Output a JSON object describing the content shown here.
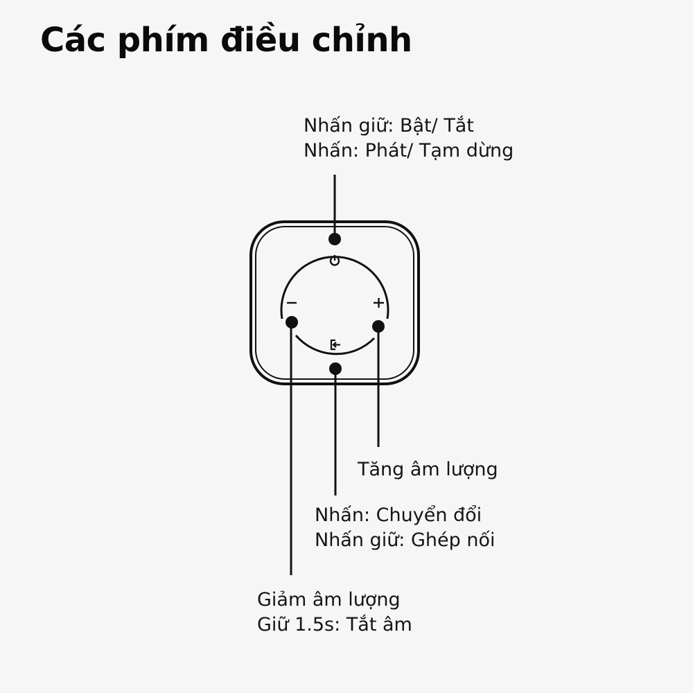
{
  "title": "Các phím điều chỉnh",
  "labels": {
    "power": {
      "line1": "Nhấn giữ: Bật/ Tắt",
      "line2": "Nhấn: Phát/ Tạm dừng"
    },
    "volume_up": {
      "line1": "Tăng âm lượng"
    },
    "mode": {
      "line1": "Nhấn: Chuyển đổi",
      "line2": "Nhấn giữ: Ghép nối"
    },
    "volume_down": {
      "line1": "Giảm âm lượng",
      "line2": "Giữ 1.5s: Tắt âm"
    }
  },
  "icons": {
    "power": "power-icon",
    "plus": "plus-icon",
    "minus": "minus-icon",
    "input": "input-source-icon"
  },
  "colors": {
    "background": "#f6f6f6",
    "ink": "#111111"
  }
}
